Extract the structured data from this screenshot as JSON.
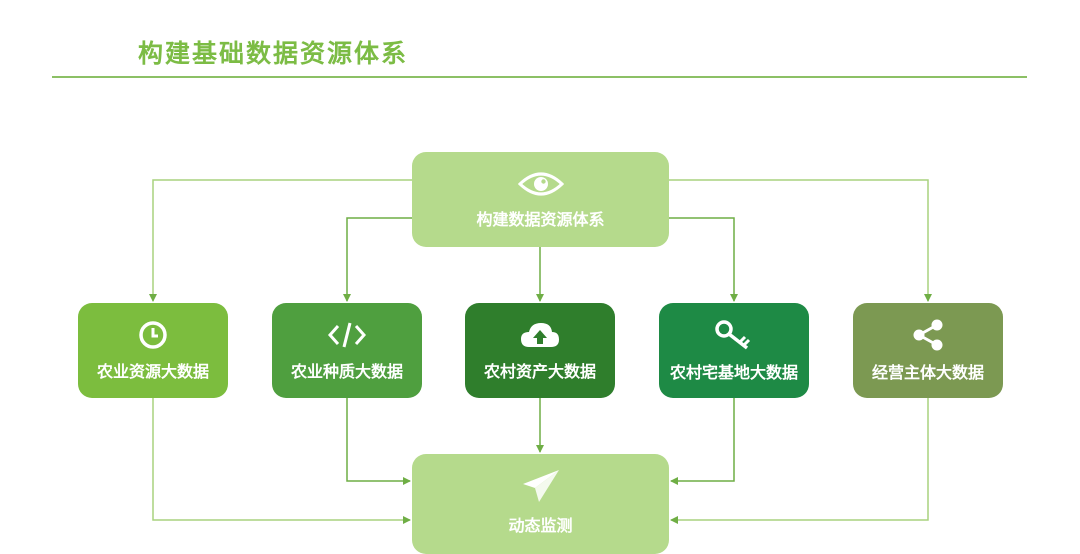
{
  "page": {
    "title": "构建基础数据资源体系"
  },
  "colors": {
    "title": "#7cbc45",
    "rule": "#8cc065",
    "line": "#6fae45",
    "light_node": "#b5da8c",
    "agri_resource": "#7cbd3e",
    "agri_seed": "#4f9f3f",
    "rural_asset": "#2f7e2c",
    "homestead": "#1e8a45",
    "business_entity": "#7c9952"
  },
  "diagram": {
    "top": {
      "label": "构建数据资源体系",
      "icon": "eye-icon"
    },
    "nodes": [
      {
        "label": "农业资源大数据",
        "icon": "clock-icon"
      },
      {
        "label": "农业种质大数据",
        "icon": "code-icon"
      },
      {
        "label": "农村资产大数据",
        "icon": "cloud-upload-icon"
      },
      {
        "label": "农村宅基地大数据",
        "icon": "key-icon"
      },
      {
        "label": "经营主体大数据",
        "icon": "share-icon"
      }
    ],
    "bottom": {
      "label": "动态监测",
      "icon": "paper-plane-icon"
    }
  }
}
